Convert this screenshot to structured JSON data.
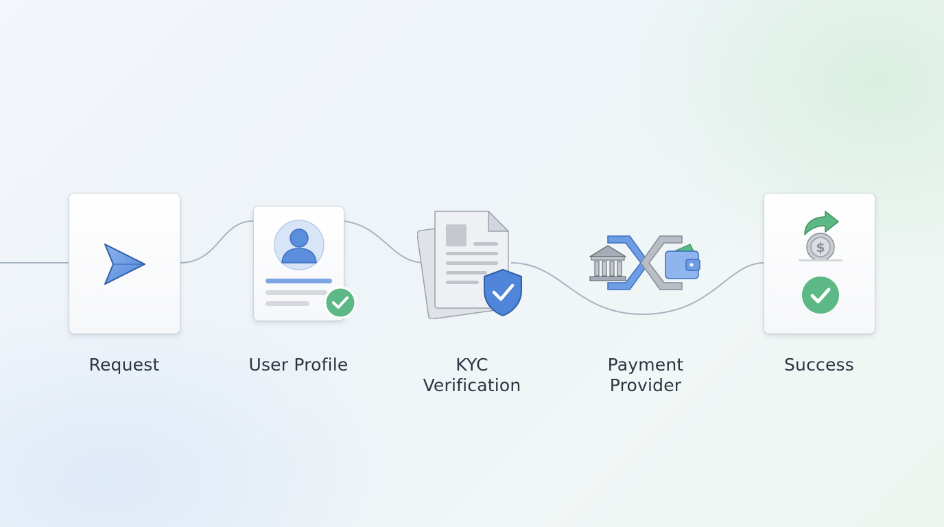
{
  "steps": [
    {
      "id": "request",
      "label_lines": [
        "Request"
      ],
      "icon": "send-arrow-icon"
    },
    {
      "id": "user-profile",
      "label_lines": [
        "User Profile"
      ],
      "icon": "user-profile-card-icon"
    },
    {
      "id": "kyc",
      "label_lines": [
        "KYC",
        "Verification"
      ],
      "icon": "document-shield-icon"
    },
    {
      "id": "payment-provider",
      "label_lines": [
        "Payment",
        "Provider"
      ],
      "icon": "bank-wallet-exchange-icon"
    },
    {
      "id": "success",
      "label_lines": [
        "Success"
      ],
      "icon": "coin-checkmark-icon"
    }
  ],
  "colors": {
    "connector": "#a9b4c0",
    "accent_blue": "#4f86d9",
    "accent_green": "#4fb37a",
    "label_text": "#2e3440"
  }
}
